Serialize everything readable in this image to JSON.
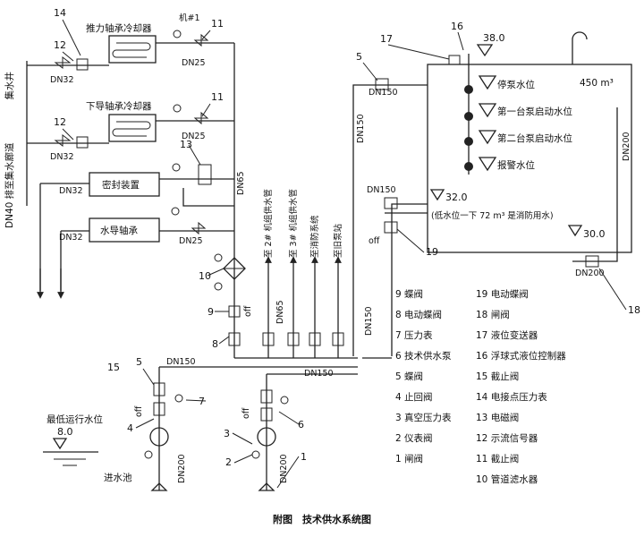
{
  "caption": "附图　技术供水系统图",
  "top_units": {
    "thrust_cooler": "推力轴承冷却器",
    "guide_cooler": "下导轴承冷却器",
    "seal": "密封装置",
    "water_guide": "水导轴承",
    "unit_no": "机#1"
  },
  "left_labels": {
    "collect_well": "集水井",
    "drain": "DN40 排至集水廊道"
  },
  "pipe_sizes": {
    "dn32": "DN32",
    "dn25": "DN25",
    "dn65": "DN65",
    "dn150": "DN150",
    "dn200": "DN200",
    "dn40": "DN40"
  },
  "risers": [
    "至 2# 机组供水管",
    "至 3# 机组供水管",
    "至消防系统",
    "至旧泵站"
  ],
  "tank": {
    "volume": "450 m³",
    "levels": [
      "停泵水位",
      "第一台泵启动水位",
      "第二台泵启动水位",
      "报警水位"
    ],
    "elev_top": "38.0",
    "elev_mid": "32.0",
    "elev_bottom": "30.0",
    "note": "(低水位一下 72 m³ 是消防用水)"
  },
  "intake": {
    "min_level": "最低运行水位",
    "elev": "8.0",
    "pool": "进水池"
  },
  "misc": {
    "off": "off"
  },
  "callouts": [
    "1",
    "2",
    "3",
    "4",
    "5",
    "6",
    "7",
    "8",
    "9",
    "10",
    "11",
    "12",
    "13",
    "14",
    "15",
    "16",
    "17",
    "18",
    "19"
  ],
  "legend": {
    "left": [
      "9 蝶阀",
      "8 电动蝶阀",
      "7 压力表",
      "6 技术供水泵",
      "5 蝶阀",
      "4 止回阀",
      "3 真空压力表",
      "2 仪表阀",
      "1 闸阀"
    ],
    "right": [
      "19 电动蝶阀",
      "18 闸阀",
      "17 液位变送器",
      "16 浮球式液位控制器",
      "15 截止阀",
      "14 电接点压力表",
      "13 电磁阀",
      "12 示流信号器",
      "11 截止阀",
      "10 管道滤水器"
    ]
  }
}
